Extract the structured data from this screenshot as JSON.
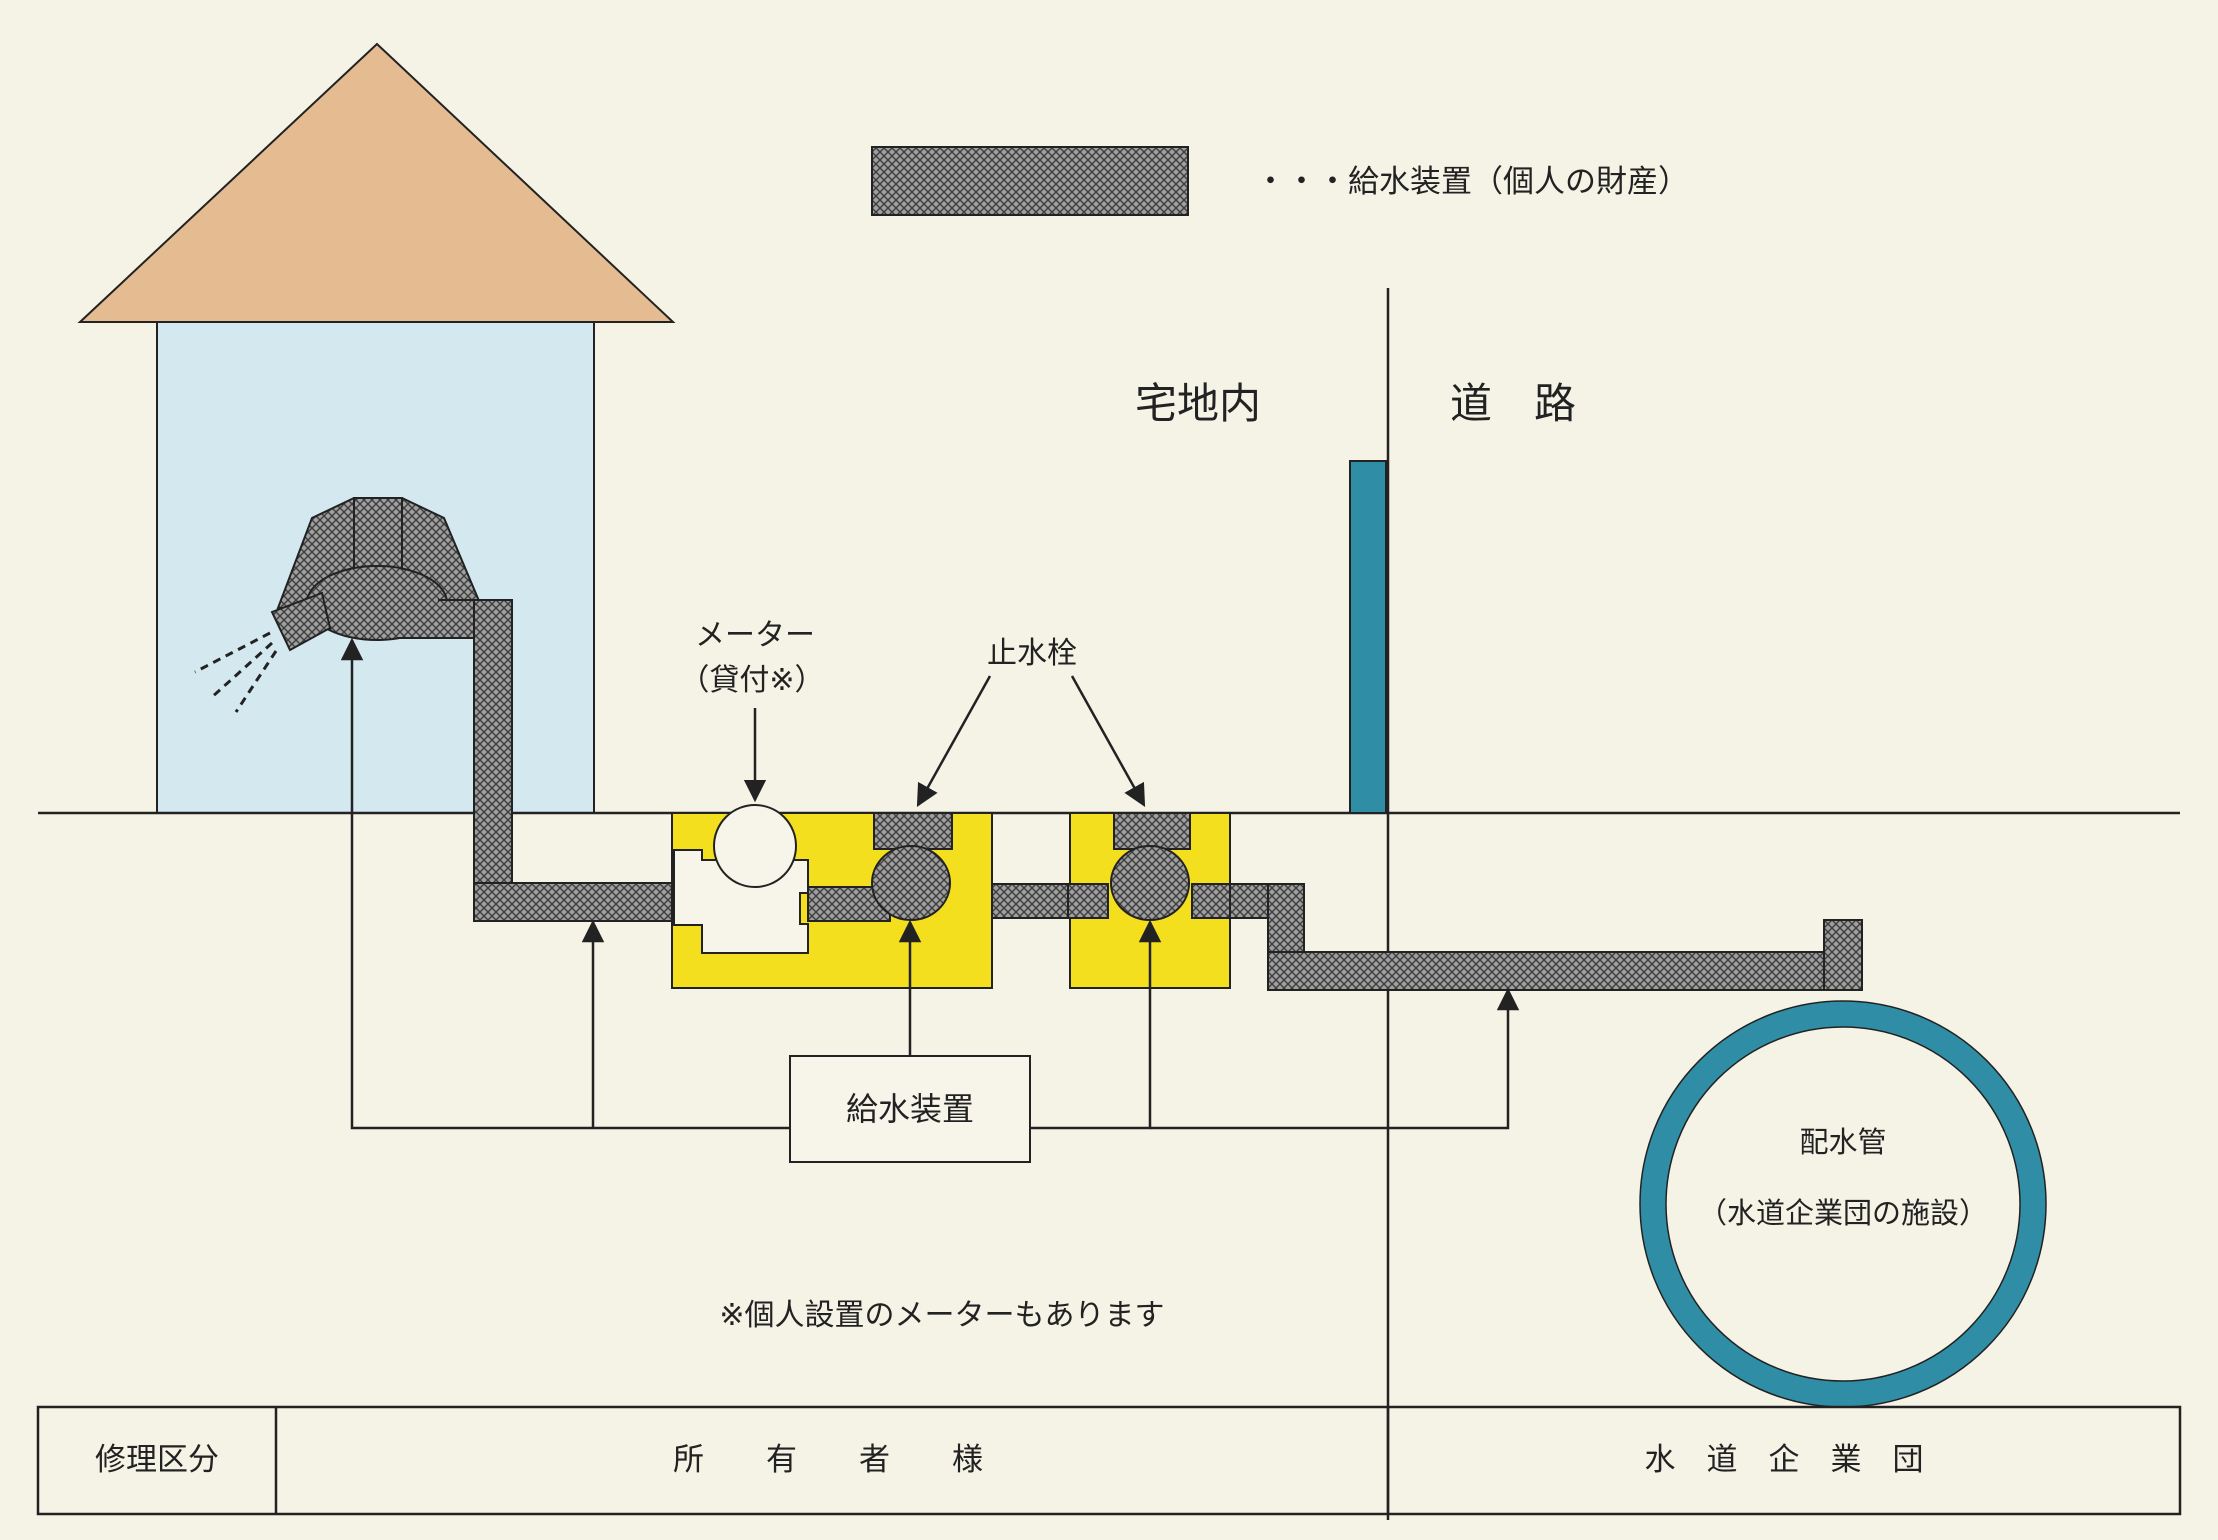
{
  "legend": {
    "label": "・・・給水装置（個人の財産）"
  },
  "zones": {
    "private": "宅地内",
    "road": "道　路"
  },
  "labels": {
    "meter_line1": "メーター",
    "meter_line2": "（貸付※）",
    "stopcock": "止水栓",
    "supply_device": "給水装置",
    "main_line1": "配水管",
    "main_line2": "（水道企業団の施設）",
    "note": "※個人設置のメーターもあります"
  },
  "repair_table": {
    "header": "修理区分",
    "owner": "所　　有　　者　　様",
    "utility": "水　道　企　業　団"
  },
  "colors": {
    "background": "#f5f3e6",
    "roof": "#e5bb92",
    "house": "#d3e8ef",
    "meter_box": "#f3df1e",
    "blue_pipe": "#2f8ea5",
    "pipe": "#9a9a9a",
    "line": "#222222"
  }
}
